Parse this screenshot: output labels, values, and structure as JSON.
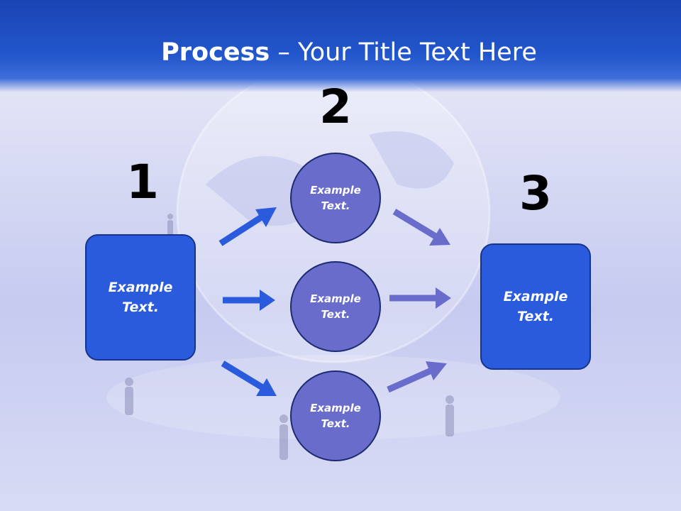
{
  "slide": {
    "title_bold": "Process",
    "title_rest": " – Your Title Text Here"
  },
  "steps": [
    {
      "number": "1",
      "box_text": "Example\nText."
    },
    {
      "number": "2",
      "circles": [
        "Example\nText.",
        "Example\nText.",
        "Example\nText."
      ]
    },
    {
      "number": "3",
      "box_text": "Example\nText."
    }
  ],
  "colors": {
    "header": "#2256cc",
    "box_fill": "#2a5bdc",
    "circle_fill": "#6a6ccc",
    "arrow_blue": "#2a5bdc",
    "arrow_purple": "#6a6ccc"
  }
}
